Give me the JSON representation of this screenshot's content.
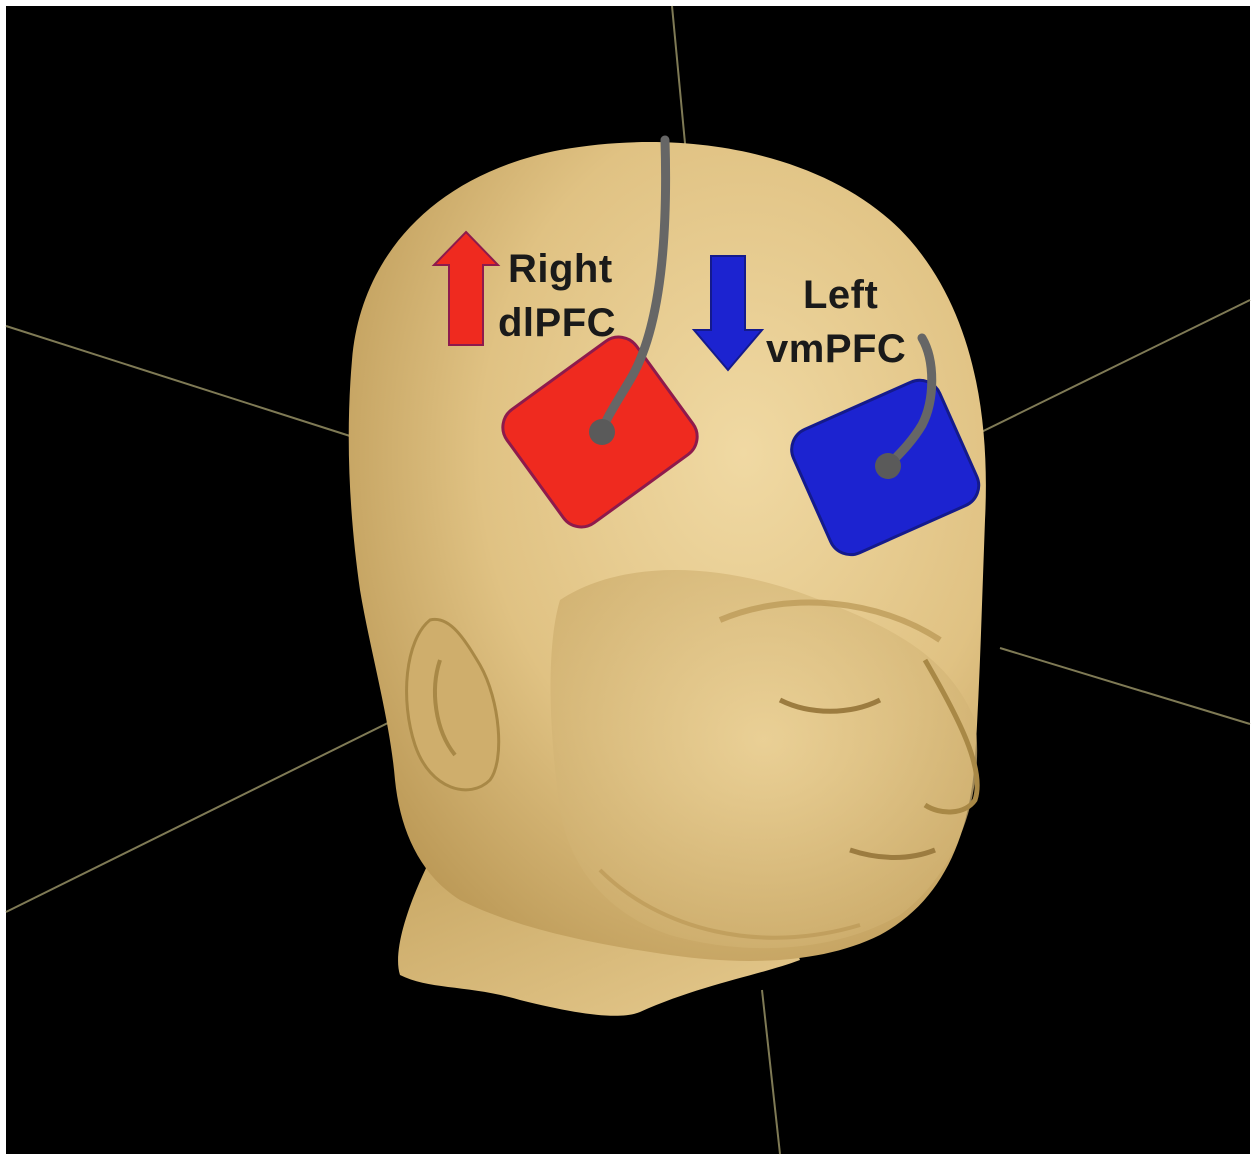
{
  "colors": {
    "background": "#000000",
    "frame": "#ffffff",
    "head_skin": "#e0c283",
    "head_shadow": "#b89552",
    "axis_line": "#7f7a55",
    "anode_pad": "#ef2a1f",
    "cathode_pad": "#1c23d0",
    "wire": "#666666",
    "label_text": "#1a1a1a"
  },
  "electrodes": {
    "anode": {
      "arrow": "up-arrow-icon",
      "line1": "Right",
      "line2": "dlPFC"
    },
    "cathode": {
      "arrow": "down-arrow-icon",
      "line1": "Left",
      "line2": "vmPFC"
    }
  }
}
